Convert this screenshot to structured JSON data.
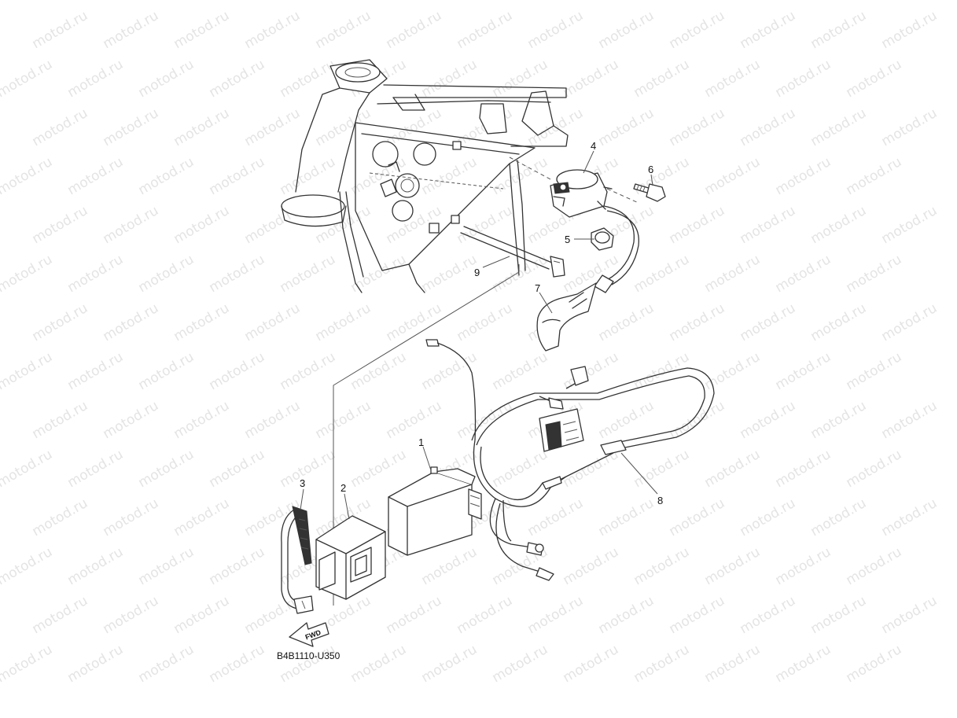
{
  "watermark": "motod.ru",
  "diagram_code": "B4B1110-U350",
  "direction_label": "FWD",
  "callouts": [
    "1",
    "2",
    "3",
    "4",
    "5",
    "6",
    "7",
    "8",
    "9"
  ]
}
